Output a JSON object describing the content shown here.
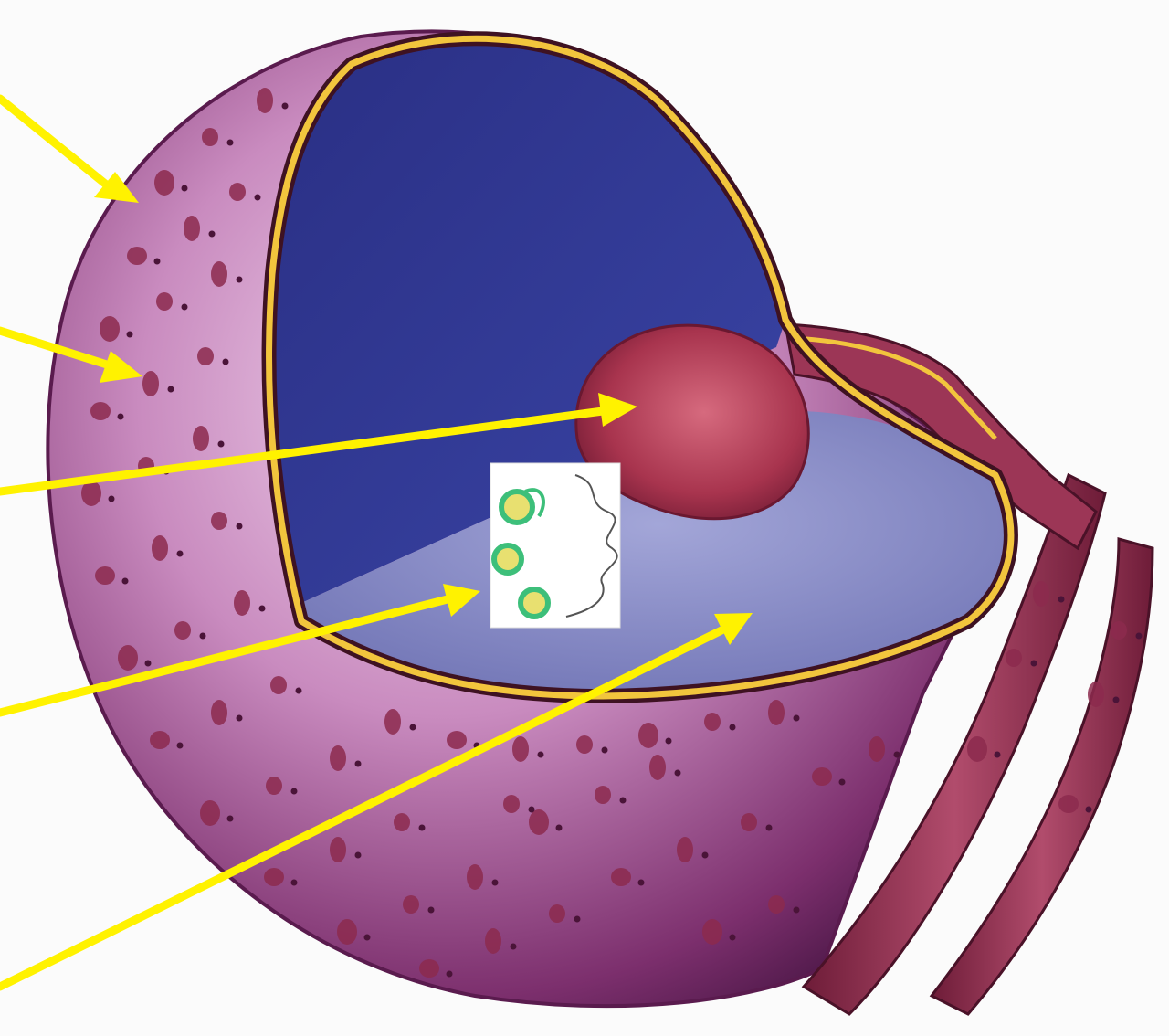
{
  "figure": {
    "subject": "nucleus-cutaway",
    "labels": []
  },
  "colors": {
    "background": "#fbfbfb",
    "outer_membrane": "#c98bbf",
    "outer_membrane_shadow": "#6a1f5a",
    "pore_spot": "#8c2a4e",
    "nuclear_envelope_gold": "#f2c53d",
    "nuclear_envelope_dark": "#4a1a2a",
    "nucleoplasm_blue": "#2b3486",
    "chromatin_floor": "#8b8fc8",
    "nucleolus": "#a8344e",
    "er_tube": "#8f2a4a",
    "arrow": "#fff200",
    "inset_bg": "#ffffff",
    "inset_nucleosome_green": "#3dbf7a",
    "inset_core_yellow": "#e8e070"
  },
  "pointers": [
    {
      "target": "outer-membrane-surface"
    },
    {
      "target": "nuclear-pore"
    },
    {
      "target": "nucleolus"
    },
    {
      "target": "chromatin"
    },
    {
      "target": "nucleoplasm"
    }
  ]
}
